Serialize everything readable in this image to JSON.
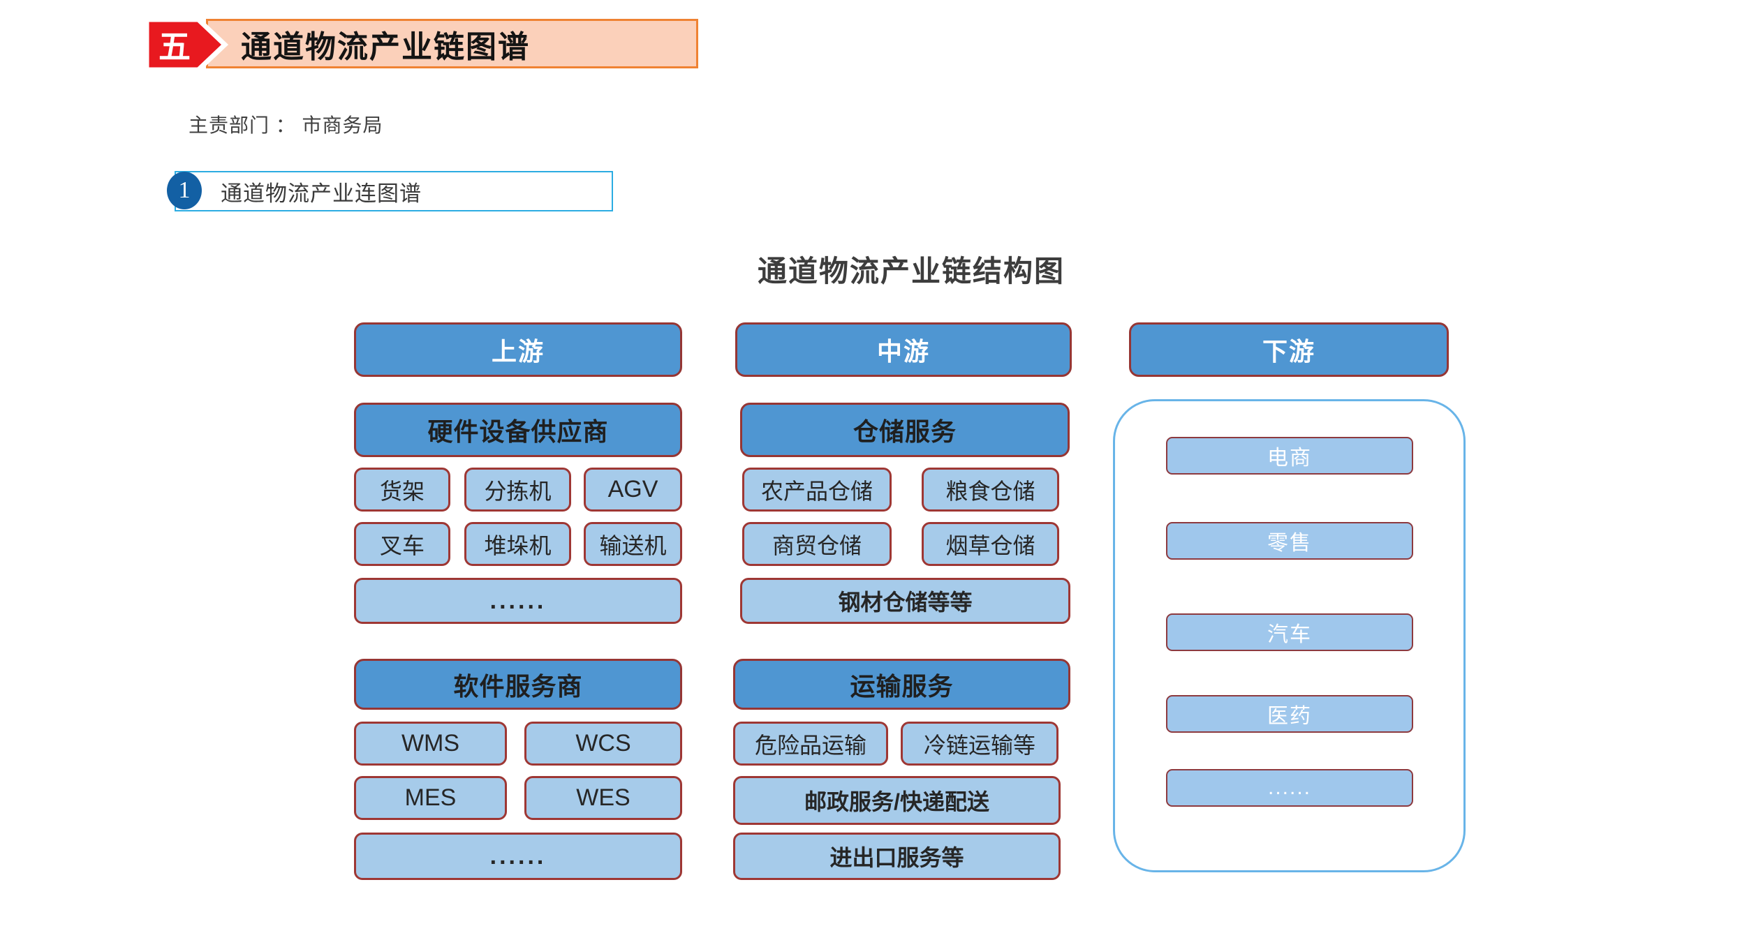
{
  "banner": {
    "badge": "五",
    "title": "通道物流产业链图谱"
  },
  "department": "主责部门 ： 市商务局",
  "item": {
    "number": "1",
    "label": "通道物流产业连图谱"
  },
  "diagram": {
    "title": "通道物流产业链结构图",
    "upstream": {
      "header": "上游",
      "hardware": {
        "title": "硬件设备供应商",
        "cells": [
          "货架",
          "分拣机",
          "AGV",
          "叉车",
          "堆垛机",
          "输送机"
        ],
        "more": "......"
      },
      "software": {
        "title": "软件服务商",
        "cells": [
          "WMS",
          "WCS",
          "MES",
          "WES"
        ],
        "more": "......"
      }
    },
    "midstream": {
      "header": "中游",
      "warehousing": {
        "title": "仓储服务",
        "cells": [
          "农产品仓储",
          "粮食仓储",
          "商贸仓储",
          "烟草仓储"
        ],
        "wide": "钢材仓储等等"
      },
      "transport": {
        "title": "运输服务",
        "cells": [
          "危险品运输",
          "冷链运输等"
        ],
        "wide1": "邮政服务/快递配送",
        "wide2": "进出口服务等"
      }
    },
    "downstream": {
      "header": "下游",
      "items": [
        "电商",
        "零售",
        "汽车",
        "医药",
        "......"
      ]
    }
  },
  "colors": {
    "badge_red": "#e8191f",
    "banner_fill": "#fbd0ba",
    "banner_border": "#ef8233",
    "circle_blue": "#1360a4",
    "item_box_border": "#2bace2",
    "header_blue": "#4f96d2",
    "light_blue": "#a6cbea",
    "box_border_red": "#9e3734",
    "downstream_border_blue": "#68b4e8"
  }
}
